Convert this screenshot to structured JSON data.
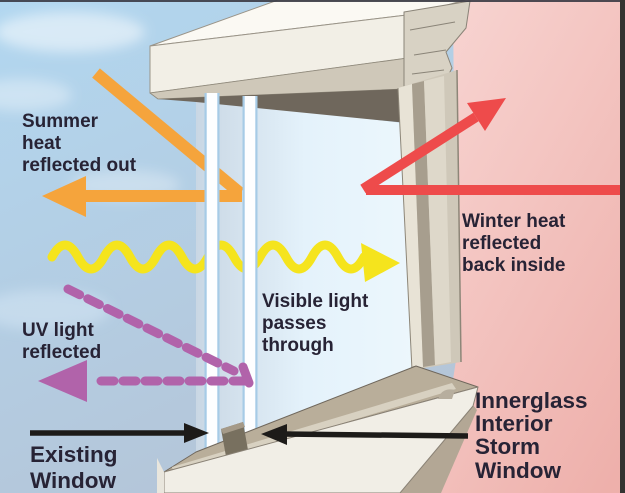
{
  "diagram": {
    "subject": "interior storm window heat and light reflection diagram"
  },
  "labels": {
    "summer_heat": {
      "lines": [
        "Summer",
        "heat",
        "reflected out"
      ]
    },
    "winter_heat": {
      "lines": [
        "Winter heat",
        "reflected",
        "back inside"
      ]
    },
    "visible_light": {
      "lines": [
        "Visible light",
        "passes",
        "through"
      ]
    },
    "uv_light": {
      "lines": [
        "UV light",
        "reflected"
      ]
    },
    "existing_window": {
      "lines": [
        "Existing",
        "Window"
      ]
    },
    "innerglass": {
      "lines": [
        "Innerglass",
        "Interior",
        "Storm",
        "Window"
      ]
    }
  },
  "colors": {
    "summer_arrow": "#f5a43c",
    "winter_arrow": "#ee4b4b",
    "visible_arrow": "#f5e41d",
    "uv_arrow": "#b163aa",
    "pointer": "#1d1b19",
    "text": "#272335",
    "sky_top": "#b2d7f0",
    "sky_bottom": "#b5c3d5",
    "interior_top": "#f7d2cf",
    "interior_bottom": "#eeb0ab",
    "glass_near": "#c9d7e4",
    "glass_mid": "#e4f2fb",
    "glass_far": "#eef8fd",
    "frame_face": "#f2efe6",
    "frame_top": "#fbf9f3",
    "frame_trim": "#cfc8b9",
    "frame_underside": "#6f675c",
    "sill_top": "#b9ae9a",
    "sill_face": "#f1eee6"
  }
}
